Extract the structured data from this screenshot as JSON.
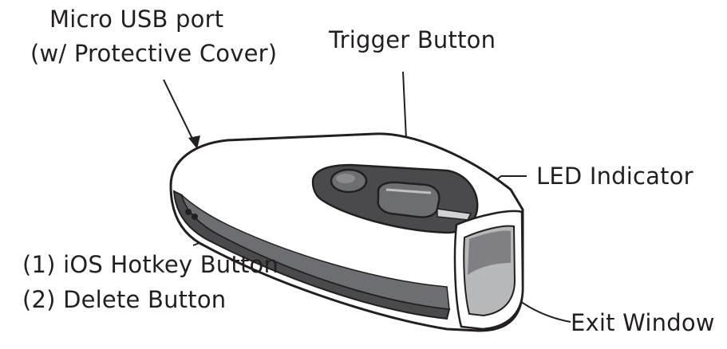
{
  "labels": {
    "micro_usb_line1": "Micro USB port",
    "micro_usb_line2": "(w/ Protective Cover)",
    "trigger_button": "Trigger Button",
    "led_indicator": "LED Indicator",
    "ios_hotkey_button": "(1) iOS Hotkey Button",
    "delete_button": "(2) Delete Button",
    "exit_window": "Exit Window"
  },
  "colors": {
    "ink": "#231f20",
    "body_white": "#ffffff",
    "panel_dark": "#4a4a4c",
    "panel_mid": "#6d6e71",
    "window_grey": "#b7b8ba"
  }
}
